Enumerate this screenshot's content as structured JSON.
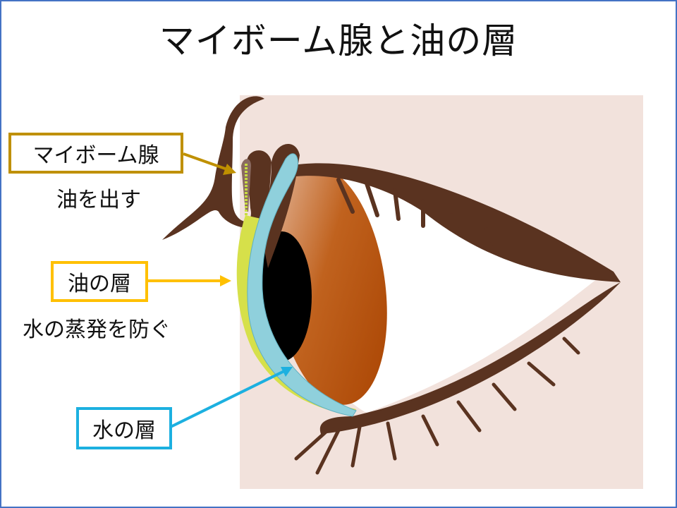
{
  "title": "マイボーム腺と油の層",
  "labels": {
    "meibomian": {
      "text": "マイボーム腺",
      "desc": "油を出す",
      "color": "#bf9000"
    },
    "oil": {
      "text": "油の層",
      "desc": "水の蒸発を防ぐ",
      "color": "#ffc000"
    },
    "water": {
      "text": "水の層",
      "color": "#1cb0e0"
    }
  },
  "colors": {
    "skin": "#f2e2dc",
    "lid": "#5a3320",
    "iris": "#b34a0f",
    "tear": "#8fd0dc",
    "oil": "#d6e04a",
    "border": "#4472c4"
  }
}
